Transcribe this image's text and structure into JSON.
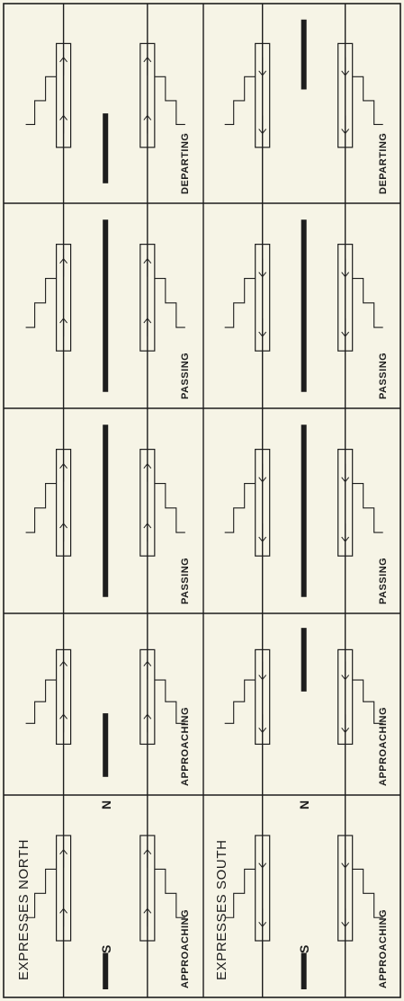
{
  "sections": [
    {
      "heading": "EXPRESSES NORTH",
      "south_label": "S",
      "north_label": "N"
    },
    {
      "heading": "EXPRESSES SOUTH",
      "south_label": "S",
      "north_label": "N"
    }
  ],
  "stages": [
    {
      "north_caption": "APPROACHING",
      "south_caption": "APPROACHING"
    },
    {
      "north_caption": "APPROACHING",
      "south_caption": "APPROACHING"
    },
    {
      "north_caption": "PASSING",
      "south_caption": "PASSING"
    },
    {
      "north_caption": "PASSING",
      "south_caption": "PASSING"
    },
    {
      "north_caption": "DEPARTING",
      "south_caption": "DEPARTING"
    }
  ],
  "colors": {
    "ink": "#1d1d1d",
    "paper": "#f6f4e6"
  }
}
